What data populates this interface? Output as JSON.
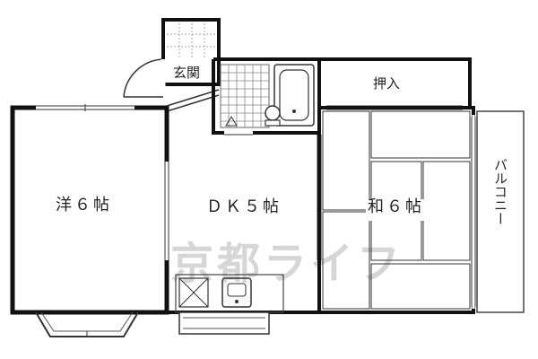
{
  "rooms": {
    "western": "洋６帖",
    "dining_kitchen": "ＤＫ５帖",
    "japanese": "和６帖",
    "entrance": "玄関",
    "closet": "押入",
    "balcony": "バルコニー"
  },
  "watermark": "京都ライフ",
  "colors": {
    "wall": "#111111",
    "line": "#333333",
    "thin": "#777777",
    "balcony_fill": "#ffffff",
    "watermark": "#d6d6d6"
  },
  "icons": {
    "bathtub": "bathtub-icon",
    "toilet": "toilet-icon",
    "sink": "sink-icon",
    "stove": "stove-icon",
    "entry_door": "door-swing-icon"
  }
}
